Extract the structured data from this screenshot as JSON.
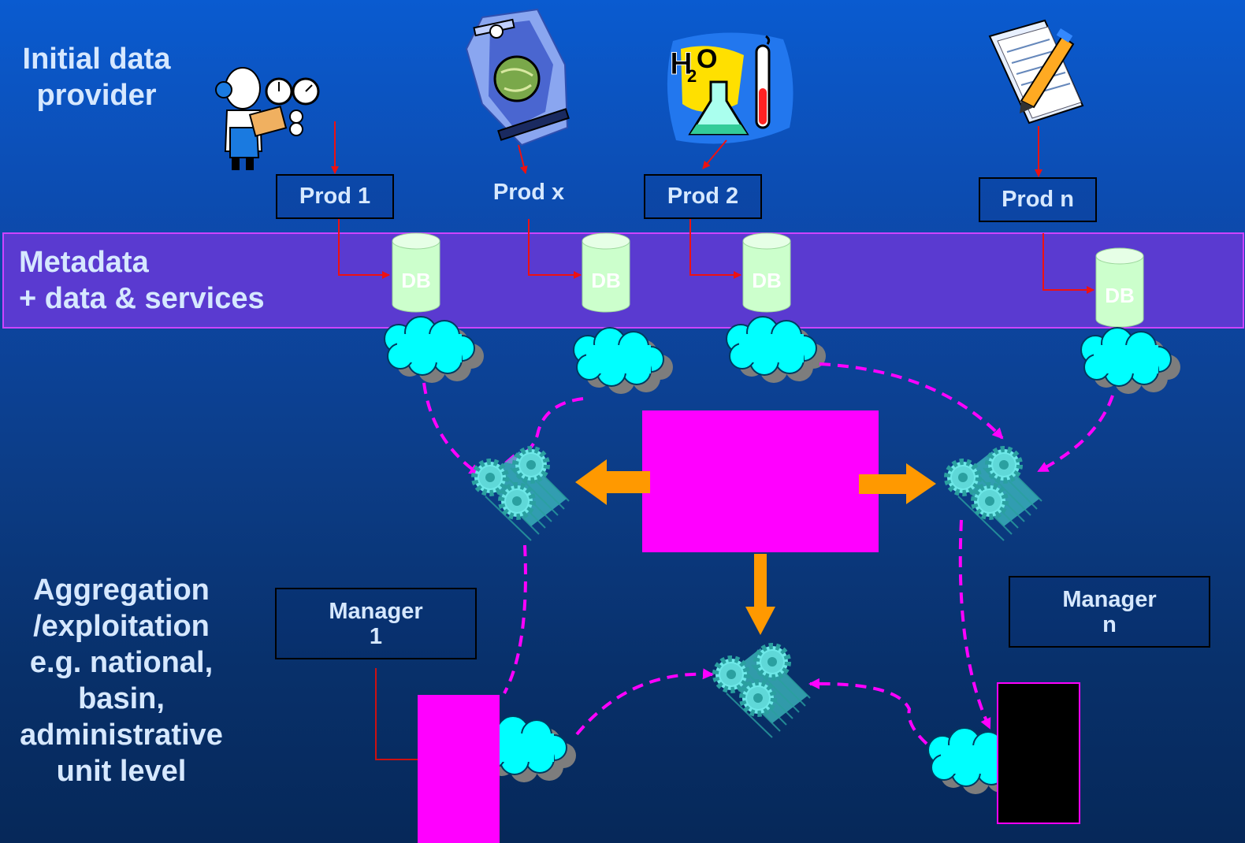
{
  "labels": {
    "initial": [
      "Initial data",
      "provider"
    ],
    "metadata": [
      "Metadata",
      "+ data & services"
    ],
    "aggregation": [
      "Aggregation",
      "/exploitation",
      "e.g. national,",
      "basin,",
      "administrative",
      "unit level"
    ]
  },
  "producers": [
    {
      "id": "prod1",
      "label": "Prod 1",
      "icon": "engineer-icon"
    },
    {
      "id": "prodx",
      "label": "Prod x",
      "icon": "satellite-icon"
    },
    {
      "id": "prod2",
      "label": "Prod 2",
      "icon": "chemistry-icon"
    },
    {
      "id": "prodn",
      "label": "Prod n",
      "icon": "notepad-icon"
    }
  ],
  "db_label": "DB",
  "managers": [
    {
      "id": "manager1",
      "line1": "Manager",
      "line2": "1"
    },
    {
      "id": "managern",
      "line1": "Manager",
      "line2": "n"
    }
  ],
  "colors": {
    "magenta": "#ff00ff",
    "cyan": "#00ffff",
    "orange": "#ff9900",
    "red": "#ee1111",
    "metadata_band": "#5a3ad0",
    "db_fill": "#ccffcc",
    "gear": "#5fe0e0"
  }
}
